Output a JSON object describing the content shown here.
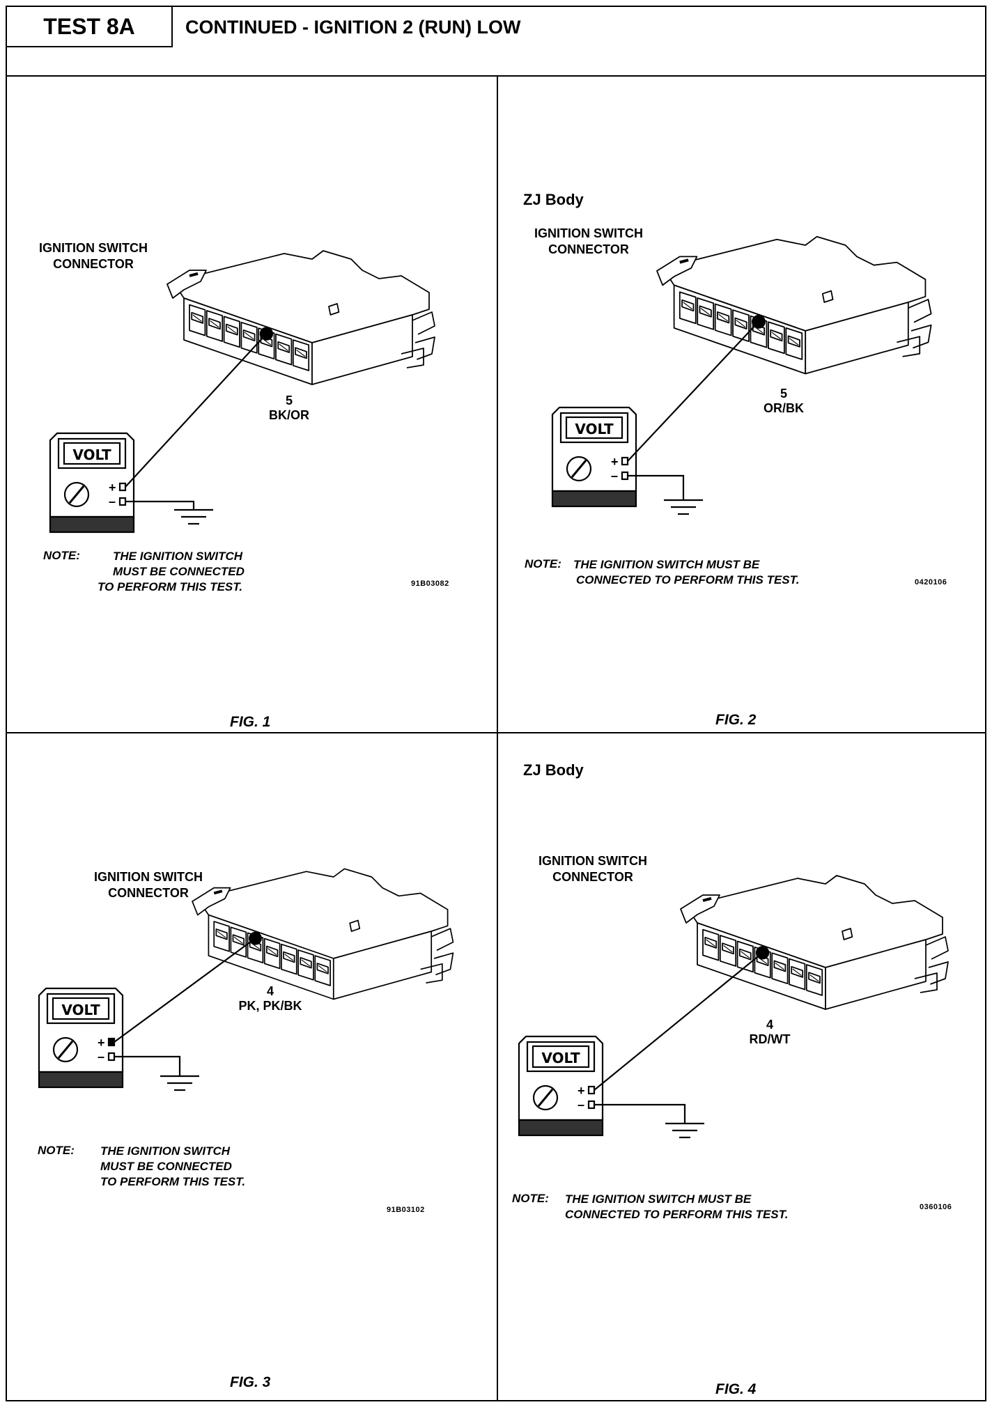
{
  "header": {
    "test_label": "TEST 8A",
    "title": "CONTINUED - IGNITION 2 (RUN) LOW"
  },
  "figures": [
    {
      "body_label": "",
      "connector_label_line1": "IGNITION SWITCH",
      "connector_label_line2": "CONNECTOR",
      "pin": "5",
      "wire": "BK/OR",
      "meter_label": "VOLT",
      "note_key": "NOTE:",
      "note_line1": "THE IGNITION SWITCH",
      "note_line2": "MUST BE CONNECTED",
      "note_line3": "TO PERFORM THIS TEST.",
      "code": "91B03082",
      "caption": "FIG. 1"
    },
    {
      "body_label": "ZJ Body",
      "connector_label_line1": "IGNITION SWITCH",
      "connector_label_line2": "CONNECTOR",
      "pin": "5",
      "wire": "OR/BK",
      "meter_label": "VOLT",
      "note_key": "NOTE:",
      "note_line1": "THE IGNITION SWITCH MUST BE",
      "note_line2": "CONNECTED TO PERFORM THIS TEST.",
      "note_line3": "",
      "code": "0420106",
      "caption": "FIG. 2"
    },
    {
      "body_label": "",
      "connector_label_line1": "IGNITION SWITCH",
      "connector_label_line2": "CONNECTOR",
      "pin": "4",
      "wire": "PK, PK/BK",
      "meter_label": "VOLT",
      "note_key": "NOTE:",
      "note_line1": "THE IGNITION SWITCH",
      "note_line2": "MUST BE CONNECTED",
      "note_line3": "TO PERFORM THIS TEST.",
      "code": "91B03102",
      "caption": "FIG. 3"
    },
    {
      "body_label": "ZJ Body",
      "connector_label_line1": "IGNITION SWITCH",
      "connector_label_line2": "CONNECTOR",
      "pin": "4",
      "wire": "RD/WT",
      "meter_label": "VOLT",
      "note_key": "NOTE:",
      "note_line1": "THE IGNITION SWITCH MUST BE",
      "note_line2": "CONNECTED TO PERFORM THIS TEST.",
      "note_line3": "",
      "code": "0360106",
      "caption": "FIG. 4"
    }
  ]
}
